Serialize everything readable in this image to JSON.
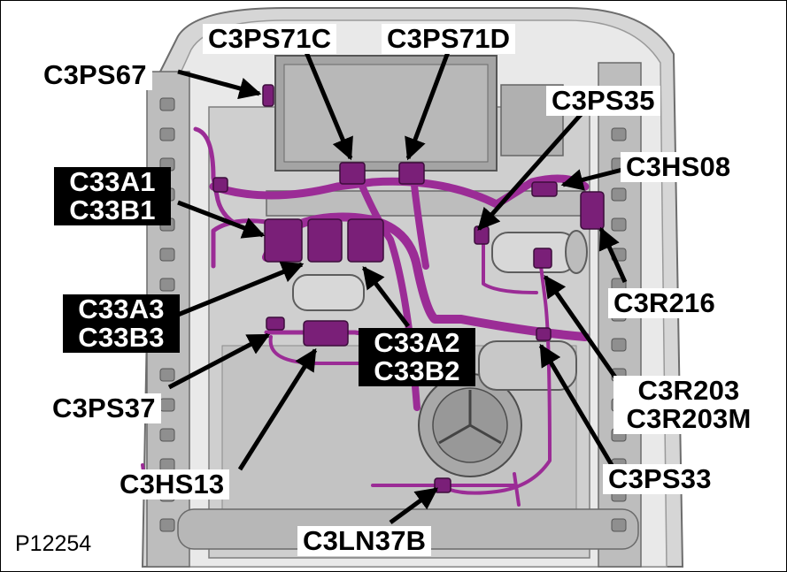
{
  "figure_id": "P12254",
  "colors": {
    "harness": "#9b2c96",
    "connector": "#7a1f78",
    "frame": "#cdcdcd",
    "frame_dark": "#8a8a8a",
    "label_dark_bg": "#000000",
    "label_light_bg": "#ffffff"
  },
  "labels": {
    "c3ps71c": "C3PS71C",
    "c3ps71d": "C3PS71D",
    "c3ps67": "C3PS67",
    "c3ps35": "C3PS35",
    "c3hs08": "C3HS08",
    "c33a1": "C33A1",
    "c33b1": "C33B1",
    "c3r216": "C3R216",
    "c33a3": "C33A3",
    "c33b3": "C33B3",
    "c33a2": "C33A2",
    "c33b2": "C33B2",
    "c3r203": "C3R203",
    "c3r203m": "C3R203M",
    "c3ps37": "C3PS37",
    "c3hs13": "C3HS13",
    "c3ps33": "C3PS33",
    "c3ln37b": "C3LN37B"
  }
}
